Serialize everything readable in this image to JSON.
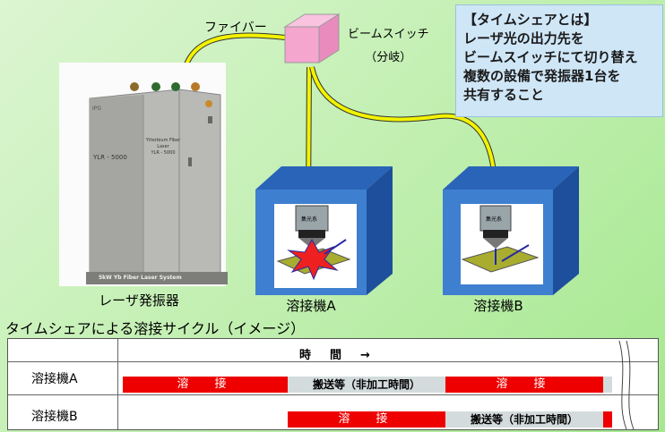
{
  "labels": {
    "fiber": "ファイバー",
    "beam_switch": "ビームスイッチ",
    "branch": "（分岐）",
    "oscillator": "レーザ発振器",
    "welder_a": "溶接機A",
    "welder_b": "溶接機B",
    "lens": "集光系"
  },
  "oscillator_panel": {
    "brand": "IPG",
    "model_side": "YLR - 5000",
    "front_line1": "Ytterbium Fiber Laser",
    "front_line2": "YLR - 5000",
    "base_text": "5kW Yb Fiber Laser System"
  },
  "callout": {
    "title": "【タイムシェアとは】",
    "lines": [
      "レーザ光の出力先を",
      "ビームスイッチにて切り替え",
      "複数の設備で発振器1台を",
      "共有すること"
    ]
  },
  "cycle": {
    "title": "タイムシェアによる溶接サイクル（イメージ）",
    "time_header": "時　間　→",
    "rows": [
      {
        "label": "溶接機A",
        "weld": "溶　接",
        "transport": "搬送等（非加工時間）",
        "weld2": "溶　接"
      },
      {
        "label": "溶接機B",
        "weld": "溶　接",
        "transport": "搬送等（非加工時間）"
      }
    ]
  },
  "colors": {
    "fiber": "#f2f200",
    "switch": "#f4a6cf",
    "welder_box": "#3f7fd0",
    "weld_bar": "#ee0000",
    "callout_bg": "#cfe6f7"
  }
}
